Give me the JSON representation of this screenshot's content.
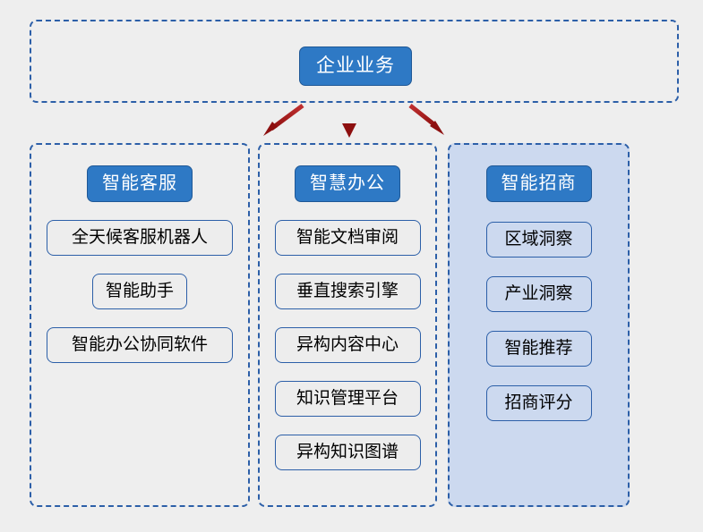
{
  "diagram": {
    "root": {
      "label": "企业业务"
    },
    "columns": [
      {
        "header": "智能客服",
        "items": [
          "全天候客服机器人",
          "智能助手",
          "智能办公协同软件"
        ]
      },
      {
        "header": "智慧办公",
        "items": [
          "智能文档审阅",
          "垂直搜索引擎",
          "异构内容中心",
          "知识管理平台",
          "异构知识图谱"
        ]
      },
      {
        "header": "智能招商",
        "items": [
          "区域洞察",
          "产业洞察",
          "智能推荐",
          "招商评分"
        ]
      }
    ],
    "connectors": [
      {
        "name": "arrow-to-column-1",
        "direction": "down-left"
      },
      {
        "name": "arrow-to-column-2",
        "direction": "down"
      },
      {
        "name": "arrow-to-column-3",
        "direction": "down-right"
      }
    ],
    "colors": {
      "background": "#eeeeee",
      "header_fill": "#2e79c5",
      "header_text": "#ffffff",
      "border_blue": "#2c5fa8",
      "item_fill": "#ededed",
      "highlight_panel_fill": "#ccd9ef",
      "arrow_red": "#a51515"
    }
  }
}
